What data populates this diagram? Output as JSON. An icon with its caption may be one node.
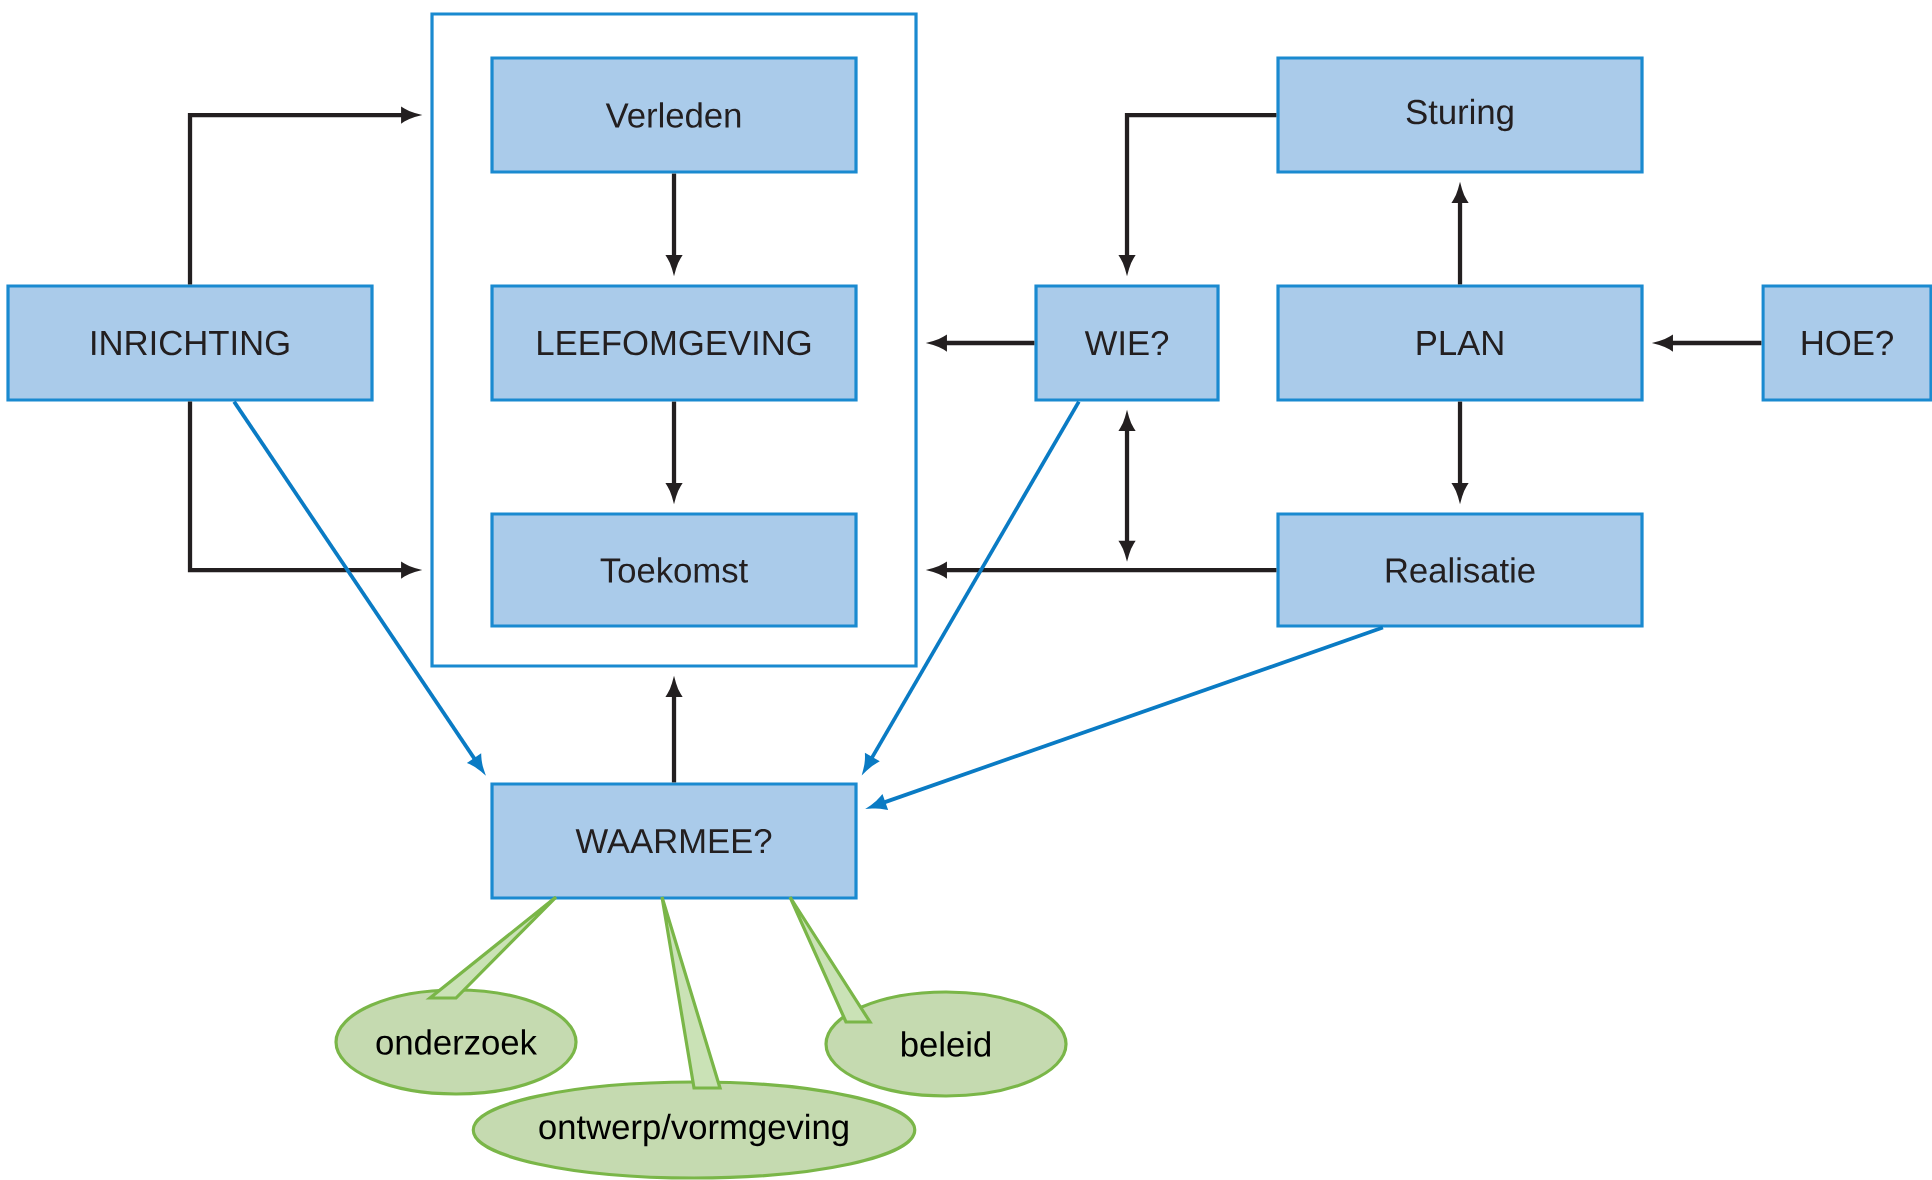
{
  "diagram": {
    "nodes": [
      {
        "text": [],
        "shape": "box"
      },
      {
        "text": [
          "Verleden"
        ],
        "in": 0
      },
      {
        "text": [
          "LEEFOMGEVING"
        ],
        "in": 0
      },
      {
        "text": [
          "Toekomst"
        ],
        "in": 0
      },
      {
        "text": [
          "INRICHTING"
        ]
      },
      {
        "text": [
          "WIE?"
        ]
      },
      {
        "text": [
          "Sturing"
        ]
      },
      {
        "text": [
          "PLAN"
        ]
      },
      {
        "text": [
          "HOE?"
        ]
      },
      {
        "text": [
          "Realisatie"
        ]
      },
      {
        "text": [
          "WAARMEE?"
        ]
      },
      {
        "text": [
          "onderzoek"
        ]
      },
      {
        "text": [
          "ontwerp/vormgeving"
        ]
      },
      {
        "text": [
          "beleid"
        ]
      }
    ],
    "edges": [
      {
        "from": 4,
        "to": 0,
        "arrow": "to"
      },
      {
        "from": 4,
        "to": 0,
        "arrow": "to"
      },
      {
        "from": 1,
        "to": 2,
        "arrow": "to"
      },
      {
        "from": 2,
        "to": 3,
        "arrow": "to"
      },
      {
        "from": 5,
        "to": 0,
        "arrow": "to"
      },
      {
        "from": 9,
        "to": 0,
        "arrow": "to"
      },
      {
        "from": 5,
        "to": null,
        "arrow": "both"
      },
      {
        "from": 6,
        "to": 5,
        "arrow": "to"
      },
      {
        "from": 7,
        "to": 6,
        "arrow": "to"
      },
      {
        "from": 8,
        "to": 7,
        "arrow": "to"
      },
      {
        "from": 7,
        "to": 9,
        "arrow": "to"
      },
      {
        "from": 10,
        "to": 0,
        "arrow": "to"
      },
      {
        "from": 4,
        "to": 10,
        "arrow": "to",
        "color": "#0a7bc4"
      },
      {
        "from": 5,
        "to": 10,
        "arrow": "to",
        "color": "#0a7bc4"
      },
      {
        "from": 9,
        "to": 10,
        "arrow": "to",
        "color": "#0a7bc4"
      },
      {
        "from": 11,
        "to": 10,
        "arrow": "none",
        "color": "#7ab648"
      },
      {
        "from": 12,
        "to": 10,
        "arrow": "none",
        "color": "#7ab648"
      },
      {
        "from": 13,
        "to": 10,
        "arrow": "none",
        "color": "#7ab648"
      }
    ]
  }
}
